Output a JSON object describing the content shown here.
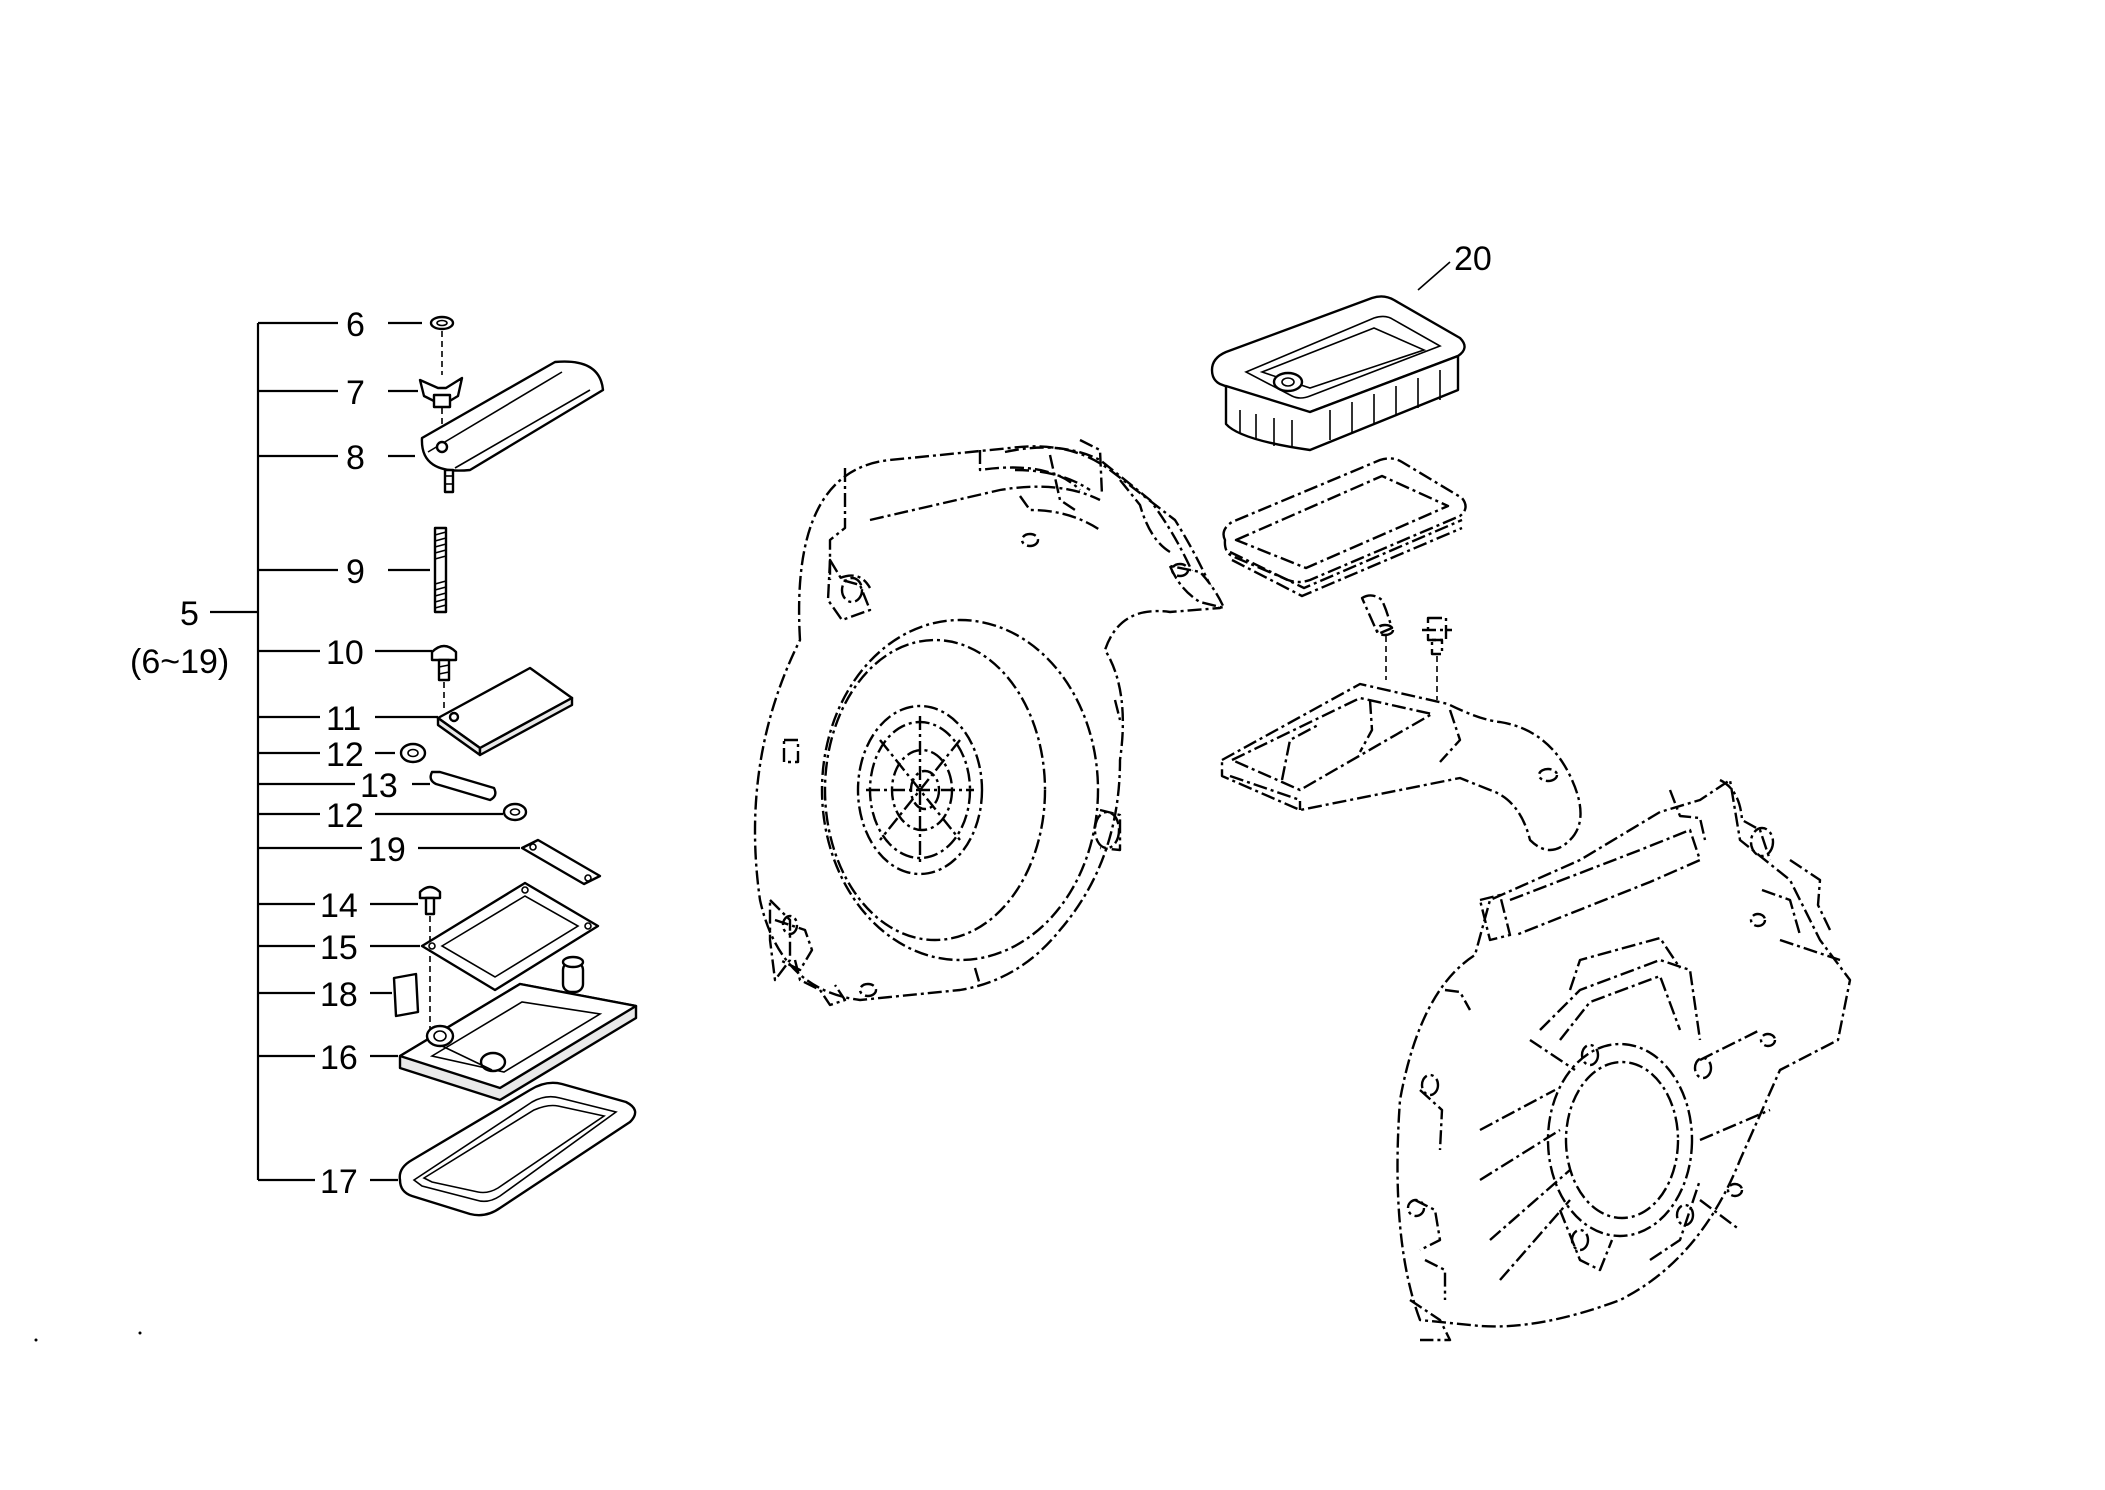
{
  "callouts": {
    "c5": "5",
    "c5_range": "(6~19)",
    "c6": "6",
    "c7": "7",
    "c8": "8",
    "c9": "9",
    "c10": "10",
    "c11": "11",
    "c12a": "12",
    "c13": "13",
    "c12b": "12",
    "c19": "19",
    "c14": "14",
    "c15": "15",
    "c18": "18",
    "c16": "16",
    "c17": "17",
    "c20": "20"
  }
}
